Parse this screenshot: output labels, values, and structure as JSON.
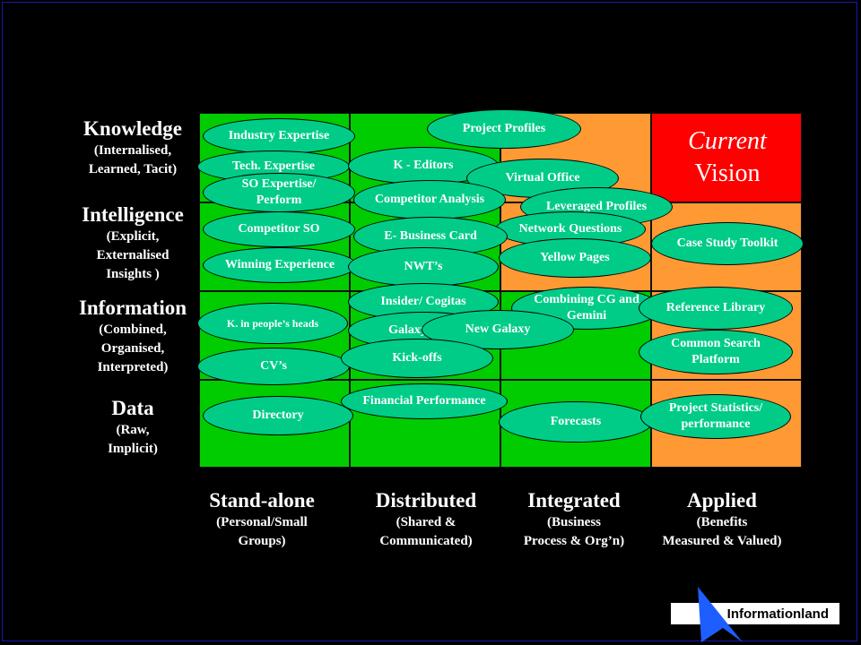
{
  "vision": {
    "line1": "Current",
    "line2": "Vision"
  },
  "rows": [
    {
      "main": "Knowledge",
      "sub": [
        "(Internalised,",
        "Learned, Tacit)"
      ]
    },
    {
      "main": "Intelligence",
      "sub": [
        "(Explicit,",
        "Externalised",
        "Insights )"
      ]
    },
    {
      "main": "Information",
      "sub": [
        "(Combined,",
        "Organised,",
        "Interpreted)"
      ]
    },
    {
      "main": "Data",
      "sub": [
        "(Raw,",
        "Implicit)"
      ]
    }
  ],
  "columns": [
    {
      "main": "Stand-alone",
      "sub": [
        "(Personal/Small",
        "Groups)"
      ]
    },
    {
      "main": "Distributed",
      "sub": [
        "(Shared &",
        "Communicated)"
      ]
    },
    {
      "main": "Integrated",
      "sub": [
        "(Business",
        "Process & Org’n)"
      ]
    },
    {
      "main": "Applied",
      "sub": [
        "(Benefits",
        "Measured & Valued)"
      ]
    }
  ],
  "colors": {
    "green": "#00cc00",
    "orange": "#ff9933",
    "red": "#ff0000",
    "oval": "#00cc88"
  },
  "ovals": {
    "industry_expertise": "Industry Expertise",
    "tech_expertise": "Tech. Expertise",
    "so_expertise": "SO Expertise/\nPerform",
    "competitor_so": "Competitor SO",
    "winning_experience": "Winning Experience",
    "k_in_heads": "K. in people’s heads",
    "cvs": "CV’s",
    "directory": "Directory",
    "project_profiles": "Project Profiles",
    "k_editors": "K - Editors",
    "virtual_office": "Virtual Office",
    "competitor_analysis": "Competitor Analysis",
    "leveraged_profiles": "Leveraged Profiles",
    "network_questions": "Network Questions",
    "e_business_card": "E- Business Card",
    "nwts": "NWT’s",
    "yellow_pages": "Yellow Pages",
    "insider_cogitas": "Insider/ Cogitas",
    "combining_cg": "Combining CG and\nGemini",
    "galaxy_intra": "Galaxy/Intra",
    "new_galaxy": "New Galaxy",
    "kick_offs": "Kick-offs",
    "financial_performance": "Financial Performance",
    "forecasts": "Forecasts",
    "case_study_toolkit": "Case Study Toolkit",
    "reference_library": "Reference Library",
    "common_search": "Common Search\nPlatform",
    "project_statistics": "Project Statistics/\nperformance"
  },
  "logo": {
    "text": "Informationland"
  }
}
